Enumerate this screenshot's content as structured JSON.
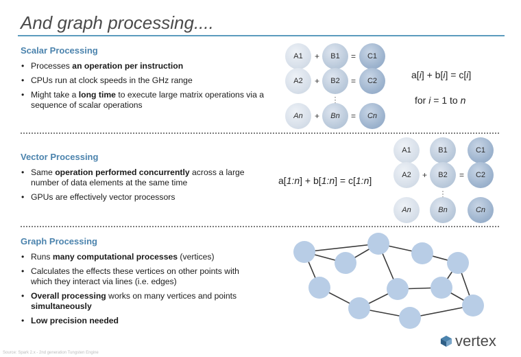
{
  "title": "And graph processing....",
  "scalar": {
    "heading": "Scalar Processing",
    "bullets": [
      {
        "pre": "Processes ",
        "bold": "an operation per instruction",
        "post": ""
      },
      {
        "pre": "CPUs run at clock speeds in the GHz range",
        "bold": "",
        "post": ""
      },
      {
        "pre": "Might take a ",
        "bold": "long time",
        "post": " to execute large matrix operations via a sequence of scalar operations"
      }
    ],
    "rows": [
      {
        "a": "A1",
        "b": "B1",
        "c": "C1"
      },
      {
        "a": "A2",
        "b": "B2",
        "c": "C2"
      },
      {
        "a": "An",
        "b": "Bn",
        "c": "Cn"
      }
    ],
    "plus": "+",
    "equals": "=",
    "formula_line1_parts": [
      "a[",
      "i",
      "] + b[",
      "i",
      "] = c[",
      "i",
      "]"
    ],
    "formula_line2_parts": [
      "for ",
      "i",
      " = 1 to ",
      "n"
    ]
  },
  "vector": {
    "heading": "Vector Processing",
    "bullets": [
      {
        "pre": "Same ",
        "bold": "operation performed concurrently",
        "post": " across a large number of data elements at the same time"
      },
      {
        "pre": "GPUs are effectively vector processors",
        "bold": "",
        "post": ""
      }
    ],
    "formula_parts": [
      "a[",
      "1:n",
      "] + b[",
      "1:n",
      "] = c[",
      "1:n",
      "]"
    ],
    "rows": [
      {
        "a": "A1",
        "b": "B1",
        "c": "C1"
      },
      {
        "a": "A2",
        "b": "B2",
        "c": "C2"
      },
      {
        "a": "An",
        "b": "Bn",
        "c": "Cn"
      }
    ],
    "plus": "+",
    "equals": "="
  },
  "graph": {
    "heading": "Graph Processing",
    "bullets": [
      {
        "pre": "Runs ",
        "bold": "many computational processes",
        "post": " (vertices)"
      },
      {
        "pre": "Calculates the effects these vertices on other points with which they interact via lines (i.e. edges)",
        "bold": "",
        "post": ""
      },
      {
        "pre": "",
        "bold": "Overall processing",
        "post": " works on many vertices and points ",
        "bold2": "simultaneously"
      },
      {
        "pre": "",
        "bold": "Low precision needed",
        "post": ""
      }
    ]
  },
  "footer": "Source: Spark 2.x - 2nd generation Tungsten Engine",
  "logo": {
    "text": "vertex"
  },
  "colors": {
    "accent": "#4b83ad",
    "rule": "#5b9bbd",
    "node_graph": "#b8cde6",
    "edge": "#3a3a3a"
  }
}
